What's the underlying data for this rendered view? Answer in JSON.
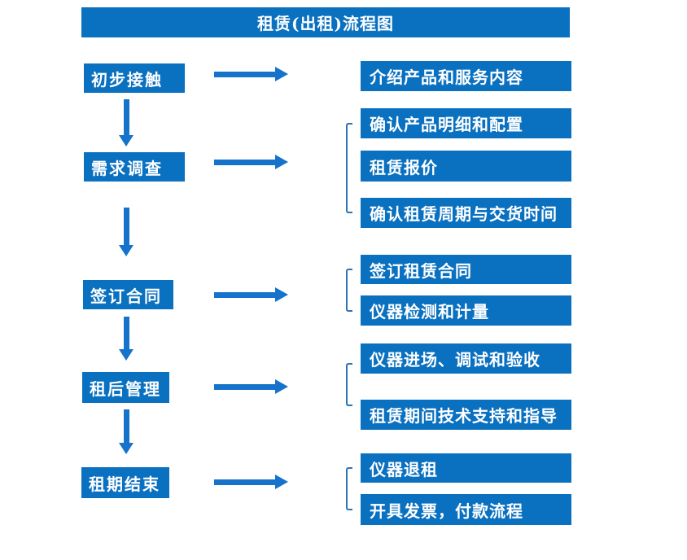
{
  "title": "租赁(出租)流程图",
  "colors": {
    "primary_blue": "#0a70c0",
    "arrow_blue": "#1573cb",
    "bracket_blue": "#2e74b5",
    "text_white": "#ffffff",
    "background": "#ffffff"
  },
  "icons": {
    "right_arrow": "→",
    "down_arrow": "↓"
  },
  "flow": {
    "steps": [
      {
        "label": "初步接触"
      },
      {
        "label": "需求调查"
      },
      {
        "label": "签订合同"
      },
      {
        "label": "租后管理"
      },
      {
        "label": "租期结束"
      }
    ],
    "details": [
      {
        "label": "介绍产品和服务内容"
      },
      {
        "label": "确认产品明细和配置"
      },
      {
        "label": "租赁报价"
      },
      {
        "label": "确认租赁周期与交货时间"
      },
      {
        "label": "签订租赁合同"
      },
      {
        "label": "仪器检测和计量"
      },
      {
        "label": "仪器进场、调试和验收"
      },
      {
        "label": "租赁期间技术支持和指导"
      },
      {
        "label": "仪器退租"
      },
      {
        "label": "开具发票，付款流程"
      }
    ]
  }
}
